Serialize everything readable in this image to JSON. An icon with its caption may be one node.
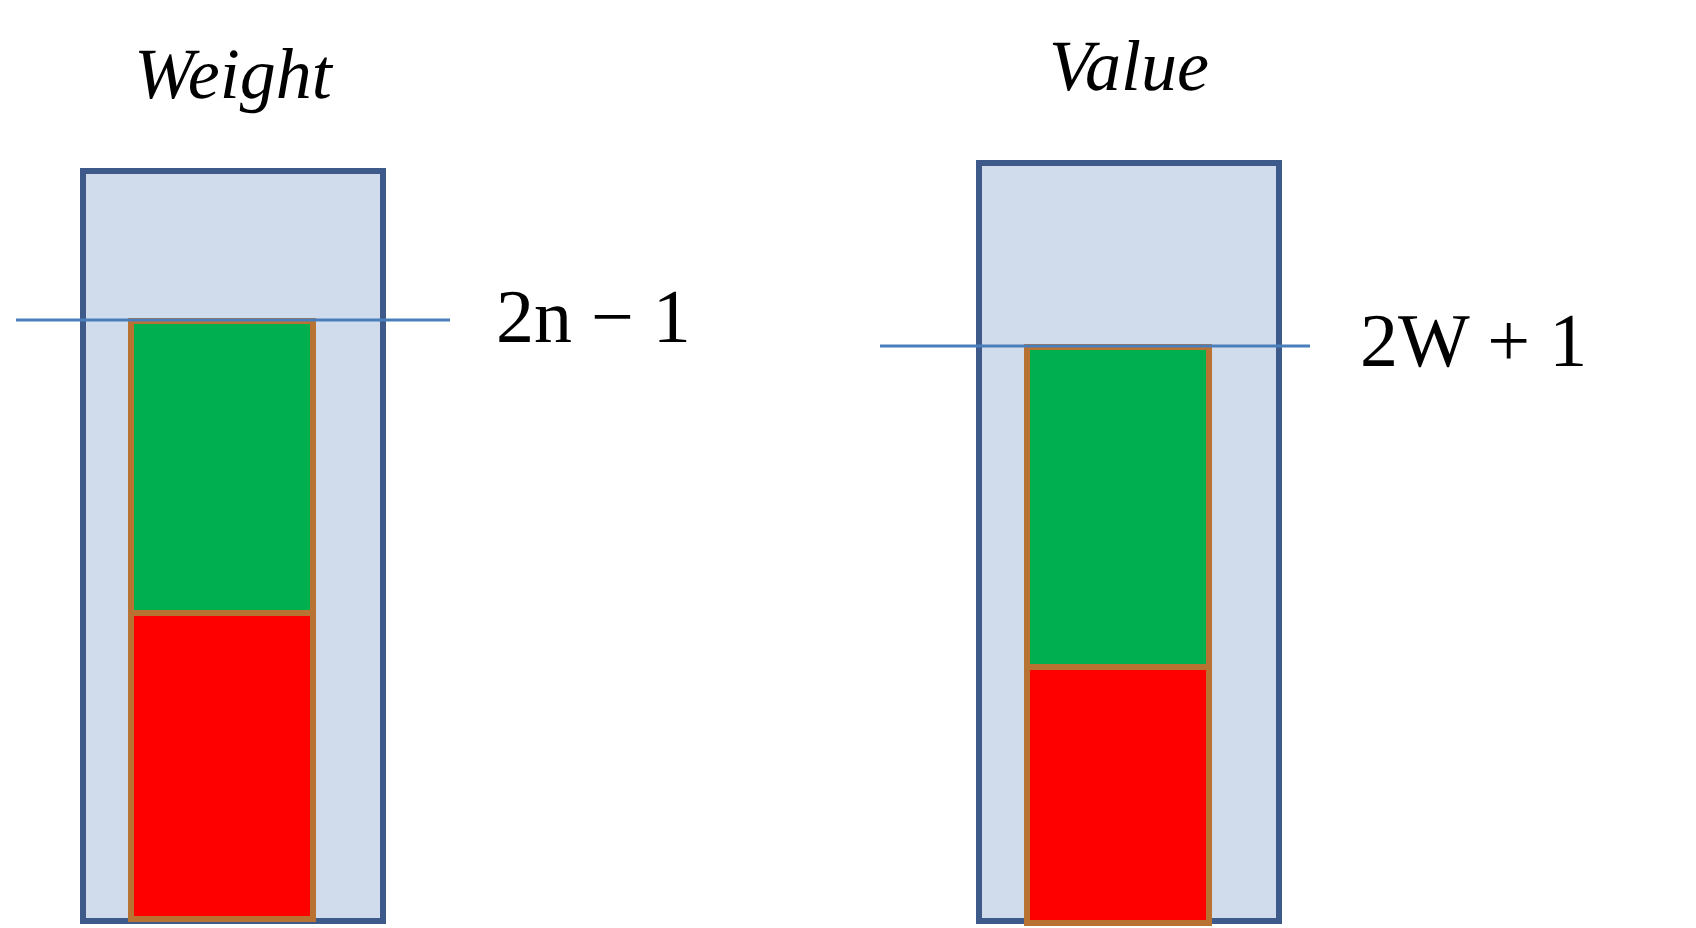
{
  "diagram": {
    "nodes": [
      {
        "text": [
          "Weight"
        ]
      },
      {
        "text": [],
        "shape": "box",
        "in": 0
      },
      {
        "text": [],
        "shape": "box",
        "in": 1
      },
      {
        "text": [],
        "shape": "box",
        "in": 1
      },
      {
        "text": [
          "Value"
        ]
      },
      {
        "text": [],
        "shape": "box",
        "in": 4
      },
      {
        "text": [],
        "shape": "box",
        "in": 5
      },
      {
        "text": [],
        "shape": "box",
        "in": 5
      }
    ],
    "labels": [
      "2n − 1",
      "2W + 1"
    ]
  }
}
